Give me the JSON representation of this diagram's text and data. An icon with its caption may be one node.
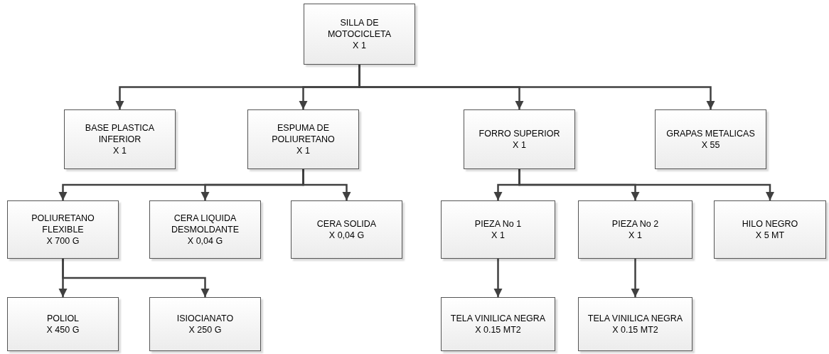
{
  "diagram": {
    "nodes": [
      {
        "text": [
          "SILLA DE MOTOCICLETA",
          "X 1"
        ]
      },
      {
        "text": [
          "BASE PLASTICA INFERIOR",
          "X 1"
        ]
      },
      {
        "text": [
          "ESPUMA DE POLIURETANO",
          "X 1"
        ]
      },
      {
        "text": [
          "FORRO SUPERIOR",
          "X 1"
        ]
      },
      {
        "text": [
          "GRAPAS METALICAS",
          "X 55"
        ]
      },
      {
        "text": [
          "POLIURETANO FLEXIBLE",
          "X 700 G"
        ]
      },
      {
        "text": [
          "CERA LIQUIDA DESMOLDANTE",
          "X 0,04 G"
        ]
      },
      {
        "text": [
          "CERA SOLIDA",
          "X 0,04 G"
        ]
      },
      {
        "text": [
          "PIEZA No 1",
          "X 1"
        ]
      },
      {
        "text": [
          "PIEZA No 2",
          "X 1"
        ]
      },
      {
        "text": [
          "HILO NEGRO",
          "X 5 MT"
        ]
      },
      {
        "text": [
          "POLIOL",
          "X 450 G"
        ]
      },
      {
        "text": [
          "ISIOCIANATO",
          "X 250 G"
        ]
      },
      {
        "text": [
          "TELA VINILICA NEGRA",
          "X 0.15 MT2"
        ]
      },
      {
        "text": [
          "TELA VINILICA NEGRA",
          "X 0.15 MT2"
        ]
      }
    ],
    "edges": [
      {
        "from": 0,
        "to": 1,
        "arrow": "to"
      },
      {
        "from": 0,
        "to": 2,
        "arrow": "to"
      },
      {
        "from": 0,
        "to": 3,
        "arrow": "to"
      },
      {
        "from": 0,
        "to": 4,
        "arrow": "to"
      },
      {
        "from": 2,
        "to": 5,
        "arrow": "to"
      },
      {
        "from": 2,
        "to": 6,
        "arrow": "to"
      },
      {
        "from": 2,
        "to": 7,
        "arrow": "to"
      },
      {
        "from": 3,
        "to": 8,
        "arrow": "to"
      },
      {
        "from": 3,
        "to": 9,
        "arrow": "to"
      },
      {
        "from": 3,
        "to": 10,
        "arrow": "to"
      },
      {
        "from": 5,
        "to": 11,
        "arrow": "to"
      },
      {
        "from": 5,
        "to": 12,
        "arrow": "to"
      },
      {
        "from": 8,
        "to": 13,
        "arrow": "to"
      },
      {
        "from": 9,
        "to": 14,
        "arrow": "to"
      }
    ]
  }
}
